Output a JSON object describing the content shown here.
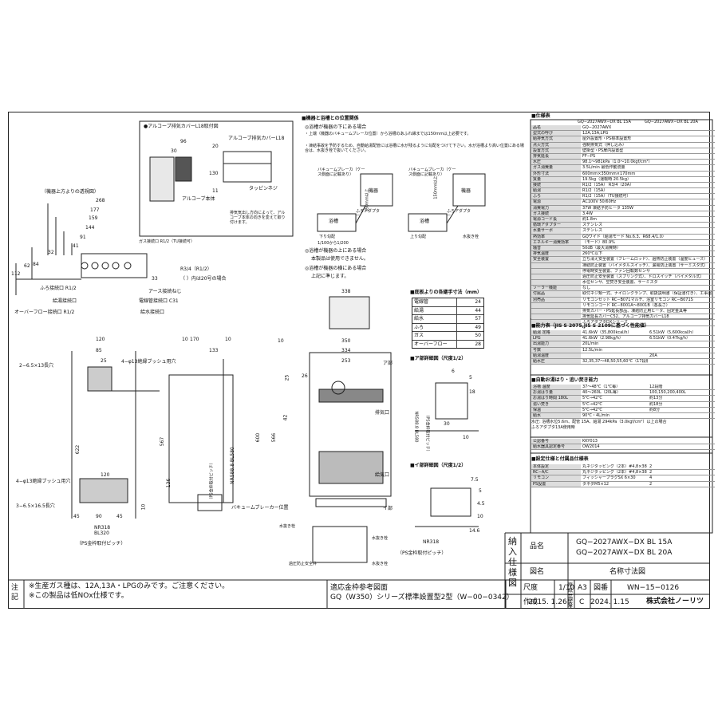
{
  "inset_alcove": {
    "title": "●アルコーブ排気カバーL18取付図",
    "cover_label": "アルコーブ排気カバーL18",
    "alcove_body": "アルコーブ本体",
    "tapping_screw": "タッピンネジ",
    "note": "排気気出し方向によって、アルコーブ本体の向きを変えて取り付けます。",
    "dims": [
      "96",
      "30",
      "20",
      "130",
      "11"
    ]
  },
  "piping_view": {
    "title": "（機器上方よりの透視図）",
    "dims": [
      "268",
      "177",
      "159",
      "144",
      "91",
      "41",
      "32",
      "62",
      "84",
      "112",
      "33"
    ],
    "labels": {
      "gas_conn": "ガス接続口 R1/2（TU接続可）",
      "ab": "R3/4（R1/2）",
      "ab_note": "（ ）内は20号の場合",
      "earth": "アース接続ねじ",
      "power": "電線管接続口 C31",
      "supply": "給水接続口",
      "bath": "ふろ接続口 R1/2",
      "hot": "給湯接続口",
      "overflow": "オーバーフロー接続口 R1/2"
    }
  },
  "front_view": {
    "dims": [
      "120",
      "85",
      "25",
      "10",
      "170",
      "133",
      "10",
      "622",
      "567",
      "136",
      "45",
      "90",
      "45",
      "120",
      "10"
    ],
    "holes_top": "2−6.5×13長穴",
    "bush_top": "4−φ13絶縁ブッシュ用穴",
    "bush_bottom": "4−φ13絶縁ブッシュ用穴",
    "holes_bottom": "3−6.5×16.5長穴",
    "pitch": "NR318 BL320",
    "pitch_note": "（PS金枠取付ピッチ）"
  },
  "side_view": {
    "dims": [
      "10",
      "25",
      "42",
      "NR588.8 BL580",
      "600",
      "566"
    ],
    "pitch_note": "（PS金枠取付ピッチ）",
    "vacuum": "バキュームブレーカー位置"
  },
  "main_view": {
    "dims": [
      "338",
      "350",
      "334",
      "253",
      "26"
    ],
    "labels": {
      "detail_a": "ア部",
      "detail_i": "イ部",
      "exhaust": "排気口",
      "supply": "給気口",
      "water_plug": "水抜き栓",
      "safety_valve": "過圧防止安全弁",
      "hot_plug": "水抜き栓",
      "bath_plug": "水抜き栓"
    }
  },
  "layout_section": {
    "title": "■機器と浴槽との位置関係",
    "item1": "◎浴槽が機器の下にある場合",
    "item1_text": "・上端（機器のバキュームブレーカ位置）から浴槽のあふれ縁までは150mm以上必要です。",
    "item1_text2": "・凍結事故を予防するため、自動給湯配管には浴槽に水が残るように勾配をつけて下さい。水が浴槽より高い位置にある場合は、水抜き栓で抜いてください。",
    "vb": "バキュームブレーカ（ケース側面に記載あり）",
    "unit": "機器",
    "bathtub": "浴槽",
    "adapter": "ふろアダプター",
    "gradient": "上り勾配",
    "slope": "下り勾配",
    "ratio": "1/100から1/200",
    "drain": "水抜き栓",
    "mm150": "150mm以上",
    "item2": "◎浴槽が機器の上にある場合",
    "item2_text": "本製品は使用できません。",
    "item3": "◎浴槽が機器の横にある場合",
    "item3_text": "上記に準じます。"
  },
  "pipe_table": {
    "title": "■底板よりの各継手寸法（mm）",
    "rows": [
      {
        "name": "電線管",
        "val": "24"
      },
      {
        "name": "給湯",
        "val": "44"
      },
      {
        "name": "給水",
        "val": "57"
      },
      {
        "name": "ふろ",
        "val": "49"
      },
      {
        "name": "ガス",
        "val": "50"
      },
      {
        "name": "オーバーフロー",
        "val": "28"
      }
    ]
  },
  "detail_a": {
    "title": "■ア部詳細図（尺度1/2）",
    "dims": [
      "6",
      "5",
      "18",
      "30",
      "10"
    ],
    "pitch": "NR588.8 BL580",
    "pitch_note": "（PS金枠取付ピッチ）"
  },
  "detail_i": {
    "title": "■イ部詳細図（尺度1/2）",
    "dims": [
      "7.5",
      "5",
      "4.5",
      "10",
      "14.6"
    ],
    "pitch": "NR318",
    "pitch_note": "（PS金枠取付ピッチ）"
  },
  "spec": {
    "title": "■仕様表",
    "model_a": "GQ−2027AWX−DX BL 15A",
    "model_b": "GQ−2027AWX−DX BL 20A",
    "rows": [
      {
        "k": "品名",
        "v": "GQ−2027AWX"
      },
      {
        "k": "型式の呼び",
        "v": "12A,13A,LPG"
      },
      {
        "k": "給排気方式",
        "v": "屋外設置形・PS標準設置形"
      },
      {
        "k": "点火方式",
        "v": "強制排気式（押し込み）"
      },
      {
        "k": "設置方式",
        "v": "壁掛型・PS扉内設置型"
      },
      {
        "k": "排気延長",
        "v": "FF−PS"
      },
      {
        "k": "水圧",
        "v": "98.1〜981kPa（1.0〜10.0kgf/cm²）"
      },
      {
        "k": "ガス消費量",
        "v": "3.5L/min 最低作動流量"
      },
      {
        "k": "外形寸法",
        "v": "600mm×350mm×170mm"
      },
      {
        "k": "質量",
        "v": "19.5kg（運転時 20.5kg）"
      },
      {
        "k": "接続",
        "v": "R1/2（15A）  R3/4（20A）"
      },
      {
        "k": "給湯",
        "v": "R1/2（15A）"
      },
      {
        "k": "ふろ",
        "v": "R1/2（15A）（TU接続可）"
      },
      {
        "k": "電源",
        "v": "AC100V 50/60Hz"
      },
      {
        "k": "消費電力",
        "v": "37W 凍結予防ヒータ 135W"
      },
      {
        "k": "ガス接続",
        "v": "3.4W"
      },
      {
        "k": "電源コード長",
        "v": "約1.8m"
      },
      {
        "k": "循環アダプター",
        "v": "ステンレス"
      },
      {
        "k": "水量サーボ",
        "v": "ステンレス"
      },
      {
        "k": "熱効率",
        "v": "GQワイド（給湯モード No.6.3、R68.4/1.0）"
      },
      {
        "k": "エネルギー消費効率",
        "v": "（モード）80.9%"
      },
      {
        "k": "騒音",
        "v": "50dB（最大消費時）"
      },
      {
        "k": "排気温度",
        "v": "260℃以下"
      },
      {
        "k": "安全装置",
        "v": "立ち消え安全装置（フレームロッド）、過熱防止装置（温度ヒューズ）"
      },
      {
        "k": "",
        "v": "凍結防止装置（バイメタルスイッチ）、漏電防止装置（サーミスタ式）"
      },
      {
        "k": "",
        "v": "停電時安全装置、ファン回転数センサ"
      },
      {
        "k": "",
        "v": "過圧防止安全装置（スプリング式）、ドロスイッチ（バイメタル式）"
      },
      {
        "k": "",
        "v": "水位センサ、空焚き安全装置、サーミスタ"
      },
      {
        "k": "ソーラー機能",
        "v": "なし"
      },
      {
        "k": "付属品",
        "v": "取付ネジ類一式、ナイロンクランプ、取扱説明書（保証書付き）、工事書"
      },
      {
        "k": "別売品",
        "v": "リモコンセット RC−B071マルチ、浴室リモコン RC−B071S"
      },
      {
        "k": "",
        "v": "リモコンコード RC−8001A〜8001B（各長さ）"
      },
      {
        "k": "",
        "v": "排気カバー・PS延長部品、凍結防止用ヒータ、固定金具等"
      },
      {
        "k": "",
        "v": "排気延長カバーC52、アルコーブ排気カバーL18"
      },
      {
        "k": "",
        "v": "ふろアダプタDXシリーズ"
      }
    ]
  },
  "capacity": {
    "title": "■能力表（JIS S 2075,JIS S 2109に基づく性能値）",
    "rows": [
      {
        "k": "給湯 定格",
        "a": "41.6kW（35,800kcal/h）",
        "b": "6.51kW（5,600kcal/h）"
      },
      {
        "k": "LPG",
        "a": "41.6kW（2.98kg/h）",
        "b": "6.51kW（0.47kg/h）"
      },
      {
        "k": "出湯能力",
        "a": "20L/min",
        "b": ""
      },
      {
        "k": "号数",
        "a": "12.5L/min",
        "b": ""
      },
      {
        "k": "給湯温度",
        "a": "",
        "b": "20A"
      },
      {
        "k": "給水圧",
        "a": "32,35,37〜48,50,55,60℃（17段階）",
        "b": ""
      }
    ]
  },
  "auto_table": {
    "title": "■自動お湯はり・追い焚き能力",
    "rows": [
      {
        "k": "浴槽 温度",
        "a": "37〜48℃（1℃毎）",
        "b": "12段階"
      },
      {
        "k": "お湯はり量",
        "a": "40〜260L（20L毎）",
        "b": "100,150,200,400L"
      },
      {
        "k": "お湯はり時間 180L",
        "a": "5℃→42℃",
        "b": "約13分"
      },
      {
        "k": "追い焚き",
        "a": "5℃→42℃",
        "b": "約18分"
      },
      {
        "k": "保温",
        "a": "5℃→42℃",
        "b": "約8分"
      },
      {
        "k": "給水",
        "a": "90℃・4L/min",
        "b": ""
      }
    ],
    "note": "水圧: 浴槽水位5.6m、配管 15A、給湯 294kPa（3.0kgf/cm²）以上の場合",
    "note2": "ふろアダプタ13A使用時"
  },
  "cert": {
    "rows": [
      {
        "k": "公認番号",
        "v": "KKY013"
      },
      {
        "k": "給水器具認定番号",
        "v": "OW2014"
      }
    ]
  },
  "setting_table": {
    "title": "■設定仕様と付属品仕様表",
    "rows": [
      {
        "k": "本体設定",
        "a": "丸ネジタッピング（2本）#4,8×38",
        "b": "2"
      },
      {
        "k": "RC−A/C",
        "a": "丸ネジタッピング（2本）#4,8×38",
        "b": "2"
      },
      {
        "k": "リモコン",
        "a": "フィッシャープラグSX 6×30",
        "b": "4"
      },
      {
        "k": "PS設置",
        "a": "タネダM5×12",
        "b": "2"
      }
    ]
  },
  "title_block": {
    "vertical_label": "納入仕様図",
    "name_label": "品名",
    "model_1": "GQ−2027AWX−DX BL 15A",
    "model_2": "GQ−2027AWX−DX BL 20A",
    "drawing_label": "図名",
    "drawing_name": "名称寸法図",
    "scale_label": "尺度",
    "scale": "1/10",
    "size_label": "原紙サイズ",
    "size": "A3",
    "no_label": "図番",
    "drawing_no": "WN−15−0126",
    "date_label": "作成",
    "date": "2015. 1.26",
    "rev_label": "調整",
    "rev": "C",
    "rev_date": "2024. 1.15",
    "company": "株式会社ノーリツ"
  },
  "notes": {
    "label": "注記",
    "line1": "※生産ガス種は、12A,13A・LPGのみです。ご注意ください。",
    "line2": "※この製品は低NOx仕様です。",
    "ref_label": "適応金枠参考図面",
    "ref": "GQ（W350）シリーズ標準設置型2型（W−00−0342）"
  }
}
